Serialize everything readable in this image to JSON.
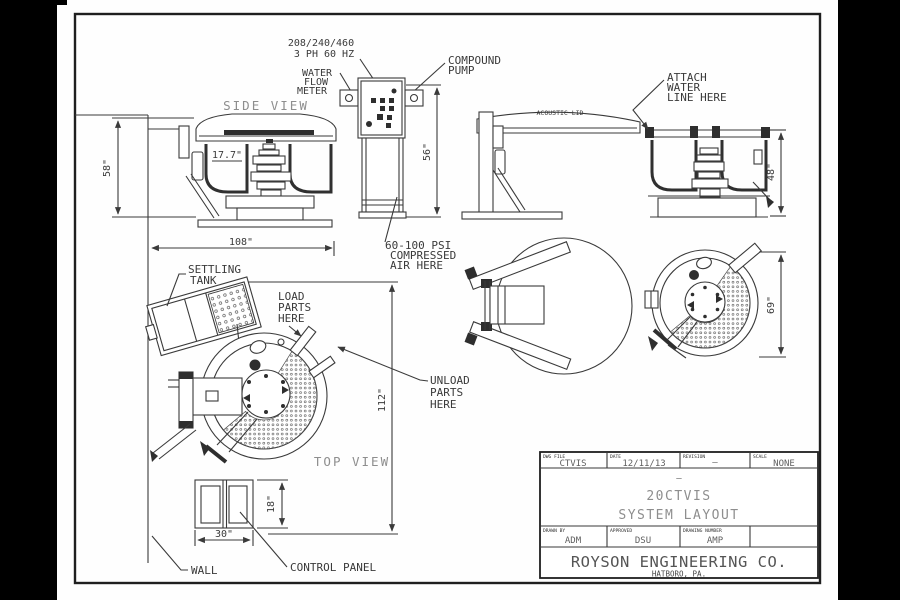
{
  "drawing": {
    "views": {
      "side_view": "SIDE VIEW",
      "top_view": "TOP VIEW"
    },
    "ann": {
      "power": [
        "208/240/460",
        "3 PH 60 HZ"
      ],
      "water_flow_meter": [
        "WATER",
        "FLOW",
        "METER"
      ],
      "compound_pump": [
        "COMPOUND",
        "PUMP"
      ],
      "acoustic_lid": "ACOUSTIC LID",
      "attach_water": [
        "ATTACH",
        "WATER",
        "LINE HERE"
      ],
      "compressed_air": [
        "60-100 PSI",
        "COMPRESSED",
        "AIR HERE"
      ],
      "settling_tank": [
        "SETTLING",
        "TANK"
      ],
      "load_parts": [
        "LOAD",
        "PARTS",
        "HERE"
      ],
      "unload_parts": [
        "UNLOAD",
        "PARTS",
        "HERE"
      ],
      "control_panel": "CONTROL PANEL",
      "wall": "WALL"
    },
    "dims": {
      "side_height": "58\"",
      "pedestal_height": "56\"",
      "rear_height": "48\"",
      "channel_width": "17.7\"",
      "layout_width": "108\"",
      "layout_depth": "112\"",
      "lid_diameter": "69\"",
      "panel_depth": "18\"",
      "panel_width": "30\""
    },
    "title_block": {
      "dwg_file_label": "DWG FILE",
      "dwg_file": "CTVIS",
      "date_label": "DATE",
      "date": "12/11/13",
      "revision_label": "REVISION",
      "revision": "—",
      "scale_label": "SCALE",
      "scale": "NONE",
      "title_dash": "—",
      "title_line1": "20CTVIS",
      "title_line2": "SYSTEM LAYOUT",
      "drawn_by_label": "DRAWN BY",
      "drawn_by": "ADM",
      "approved_label": "APPROVED",
      "approved": "DSU",
      "drawing_number_label": "DRAWING NUMBER",
      "drawing_number": "AMP",
      "company": "ROYSON ENGINEERING CO.",
      "location": "HATBORO, PA."
    },
    "colors": {
      "line": "#3a3a3a",
      "muted_text": "#8e8e8e",
      "paper": "#ffffff",
      "scan_margin": "#000000"
    }
  }
}
